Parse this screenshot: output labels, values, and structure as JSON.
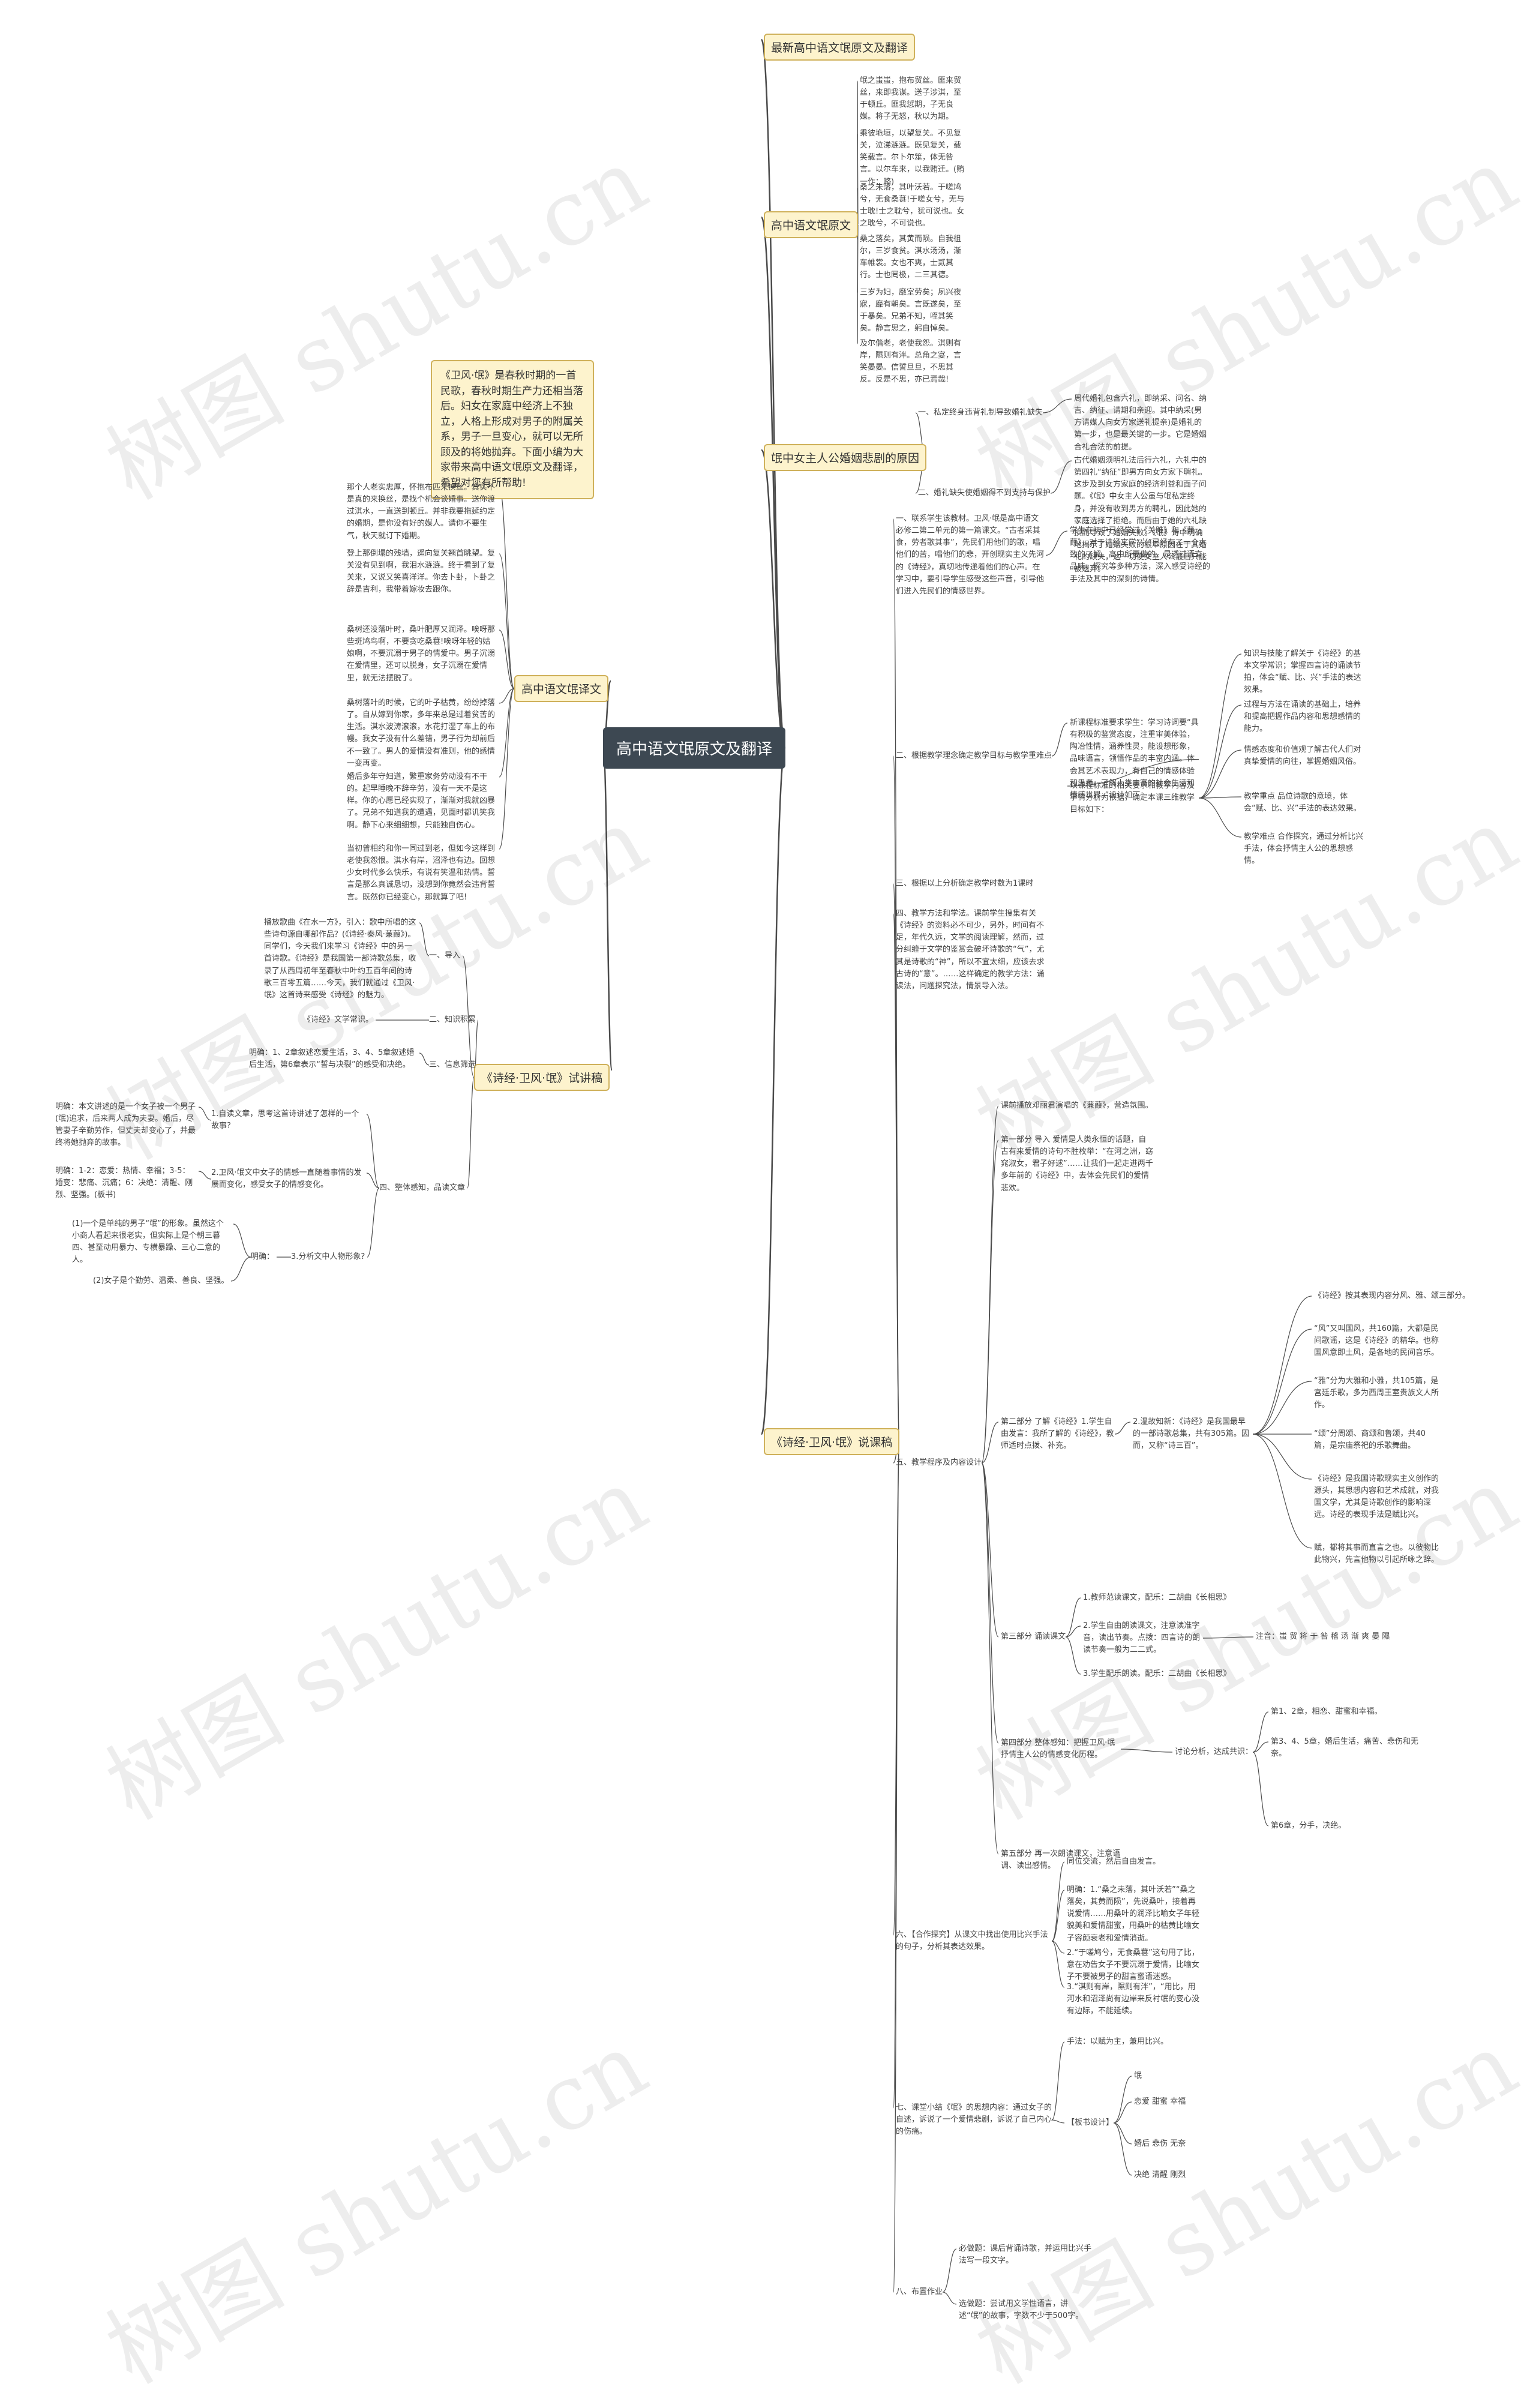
{
  "root": "高中语文氓原文及翻译",
  "intro_note": "《卫风·氓》是春秋时期的一首民歌，春秋时期生产力还相当落后。妇女在家庭中经济上不独立，人格上形成对男子的附属关系，男子一旦变心，就可以无所顾及的将她抛弃。下面小编为大家带来高中语文氓原文及翻译，希望对您有所帮助!",
  "watermark": "树图 shutu.cn",
  "branches": {
    "latest": "最新高中语文氓原文及翻译",
    "original": "高中语文氓原文",
    "reason": "氓中女主人公婚姻悲剧的原因",
    "translation": "高中语文氓译文",
    "lecture": "《诗经·卫风·氓》试讲稿",
    "shuoke": "《诗经·卫风·氓》说课稿"
  },
  "original_stanzas": [
    "氓之蚩蚩，抱布贸丝。匪来贸丝，来即我谋。送子涉淇，至于顿丘。匪我愆期，子无良媒。将子无怒，秋以为期。",
    "乘彼垝垣，以望复关。不见复关，泣涕涟涟。既见复关，载笑载言。尔卜尔筮，体无咎言。以尔车来，以我贿迁。(贿 一作：赂)",
    "桑之未落，其叶沃若。于嗟鸠兮，无食桑葚!于嗟女兮，无与士耽!士之耽兮，犹可说也。女之耽兮，不可说也。",
    "桑之落矣，其黄而陨。自我徂尔，三岁食贫。淇水汤汤，渐车帷裳。女也不爽，士贰其行。士也罔极，二三其德。",
    "三岁为妇，靡室劳矣；夙兴夜寐，靡有朝矣。言既遂矣，至于暴矣。兄弟不知，咥其笑矣。静言思之，躬自悼矣。",
    "及尔偕老，老使我怨。淇则有岸，隰则有泮。总角之宴，言笑晏晏。信誓旦旦，不思其反。反是不思，亦已焉哉!"
  ],
  "reason_items": [
    {
      "head": "一、私定终身违背礼制导致婚礼缺失",
      "body": "周代婚礼包含六礼，即纳采、问名、纳吉、纳征、请期和亲迎。其中纳采(男方请媒人向女方家送礼提亲)是婚礼的第一步，也是最关键的一步。它是婚姻合礼合法的前提。"
    },
    {
      "head": "二、婚礼缺失使婚姻得不到支持与保护",
      "body": "古代婚姻须明礼法后行六礼，六礼中的第四礼“纳征”即男方向女方家下聘礼。这步及到女方家庭的经济利益和面子问题。《氓》中女主人公虽与氓私定终身，并没有收到男方的聘礼，因此她的家庭选择了拒绝。而后由于她的六礼缺损而导致了婚姻失败。《氓》诗中明确地揭示了婚姻失败的根本原因在于其婚礼的缺失，这一切使女主人公最后只能被遗弃。"
    }
  ],
  "translation_paras": [
    "那个人老实忠厚，怀抱布匹来换丝。其实不是真的来换丝，是找个机会谈婚事。送你渡过淇水，一直送到顿丘。并非我要拖延约定的婚期，是你没有好的媒人。请你不要生气，秋天就订下婚期。",
    "登上那倒塌的残墙，遥向复关翘首眺望。复关没有见到啊，我泪水涟涟。终于看到了复关来，又说又笑喜洋洋。你去卜卦，卜卦之辞是吉利，我带着嫁妆去跟你。",
    "桑树还没落叶时，桑叶肥厚又润泽。唉呀那些斑鸠鸟啊，不要贪吃桑葚!唉呀年轻的姑娘啊，不要沉溺于男子的情爱中。男子沉溺在爱情里，还可以脱身，女子沉溺在爱情里，就无法摆脱了。",
    "桑树落叶的时候，它的叶子枯黄，纷纷掉落了。自从嫁到你家，多年来总是过着贫苦的生活。淇水波涛滚滚，水花打湿了车上的布幔。我女子没有什么差错，男子行为却前后不一致了。男人的爱情没有准则，他的感情一变再变。",
    "婚后多年守妇道，繁重家务劳动没有不干的。起早睡晚不辞辛劳，没有一天不是这样。你的心愿已经实现了，渐渐对我就凶暴了。兄弟不知道我的遭遇，见面时都讥笑我啊。静下心来细细想，只能独自伤心。",
    "当初曾相约和你一同过到老，但如今这样到老使我怨恨。淇水有岸，沼泽也有边。回想少女时代多么快乐，有说有笑温和热情。誓言是那么真诚恳切，没想到你竟然会违背誓言。既然你已经变心，那就算了吧!"
  ],
  "lecture": {
    "import_text": "播放歌曲《在水一方》，引入：歌中所唱的这些诗句源自哪部作品？(《诗经·秦风·蒹葭》)。同学们，今天我们来学习《诗经》中的另一首诗歌。《诗经》是我国第一部诗歌总集，收录了从西周初年至春秋中叶约五百年间的诗歌三百零五篇……今天，我们就通过《卫风·氓》这首诗来感受《诗经》的魅力。",
    "import": "一、导入",
    "knowledge_text": "《诗经》文学常识。",
    "knowledge": "二、知识积累",
    "reading_text": "明确：1、2章叙述恋爱生活，3、4、5章叙述婚后生活，第6章表示“誓与决裂”的感受和决绝。",
    "reading": "三、信息筛选",
    "feeling": "四、整体感知，品读文章",
    "q1_title": "1.自读文章，思考这首诗讲述了怎样的一个故事?",
    "q1_text": "明确：本文讲述的是一个女子被一个男子(氓)追求，后来两人成为夫妻。婚后，尽管妻子辛勤劳作，但丈夫却变心了，并最终将她抛弃的故事。",
    "q2_title": "2.卫风·氓文中女子的情感一直随着事情的发展而变化，感受女子的情感变化。",
    "q2_text": "明确：1-2：恋爱：热情、幸福；3-5：婚变：悲痛、沉痛；6：决绝：清醒、刚烈、坚强。(板书)",
    "q3_title": "3.分析文中人物形象?",
    "q3_label": "明确：",
    "q3_a": "(1)一个是单纯的男子“氓”的形象。虽然这个小商人看起来很老实，但实际上是个朝三暮四、甚至动用暴力、专横暴躁、三心二意的人。",
    "q3_b": "(2)女子是个勤劳、温柔、善良、坚强。"
  },
  "shuoke": {
    "s1": "一、联系学生该教材。卫风·氓是高中语文必修二第二单元的第一篇课文。“古者采其食，劳者歌其事”，先民们用他们的歌，唱他们的苦，唱他们的悲，开创现实主义先河的《诗经》，真切地传递着他们的心声。在学习中，要引导学生感受这些声音，引导他们进入先民们的情感世界。",
    "s1_side": "学生在初中已经学过《关雎》和《蒹葭》，对于诗经文学“兴”已经有了一个大致的了解。高中所要做的，是透过语言、品味、探究等多种方法，深入感受诗经的手法及其中的深刻的诗情。",
    "s2": "二、根据教学理念确定教学目标与教学重难点",
    "s2_mid": "新课程标准要求学生：学习诗词要“具有积极的鉴赏态度，注重审美体验，陶冶性情，涵养性灵，能设想形象，品味语言，领悟作品的丰富内涵。体会其艺术表现力，有自己的情感体验和思考，了解人类丰富的社会生活和情感世界。”设计如下：",
    "s2_tail": "以课程标准的相关要求和教学内容及学情分析为依据，确定本课三维教学目标如下：",
    "goal1": "知识与技能了解关于《诗经》的基本文学常识；掌握四言诗的诵读节拍，体会“赋、比、兴”手法的表达效果。",
    "goal2": "过程与方法在诵读的基础上，培养和提高把握作品内容和思想感情的能力。",
    "goal3": "情感态度和价值观了解古代人们对真挚爱情的向往，掌握婚姻风俗。",
    "goal4": "教学重点 品位诗歌的意境，体会“赋、比、兴”手法的表达效果。",
    "goal5": "教学难点 合作探究，通过分析比兴手法，体会抒情主人公的思想感情。",
    "s3": "三、根据以上分析确定教学时数为1课时",
    "s4": "四、教学方法和学法。课前学生搜集有关《诗经》的资料必不可少，另外，时间有不足，年代久远，文学的阅读理解，然而，过分纠缠于文学的鉴赏会破坏诗歌的“气”，尤其是诗歌的“神”，所以不宜太细，应该去求古诗的“意”。……这样确定的教学方法：诵读法，问题探究法，情景导入法。",
    "s5": "五、教学程序及内容设计",
    "p1_head": "课前播放邓丽君演唱的《蒹葭》，营造氛围。",
    "p1": "第一部分 导入 爱情是人类永恒的话题，自古有来爱情的诗句不胜枚举：“在河之洲，窈窕淑女，君子好逑”……让我们一起走进两千多年前的《诗经》中，去体会先民们的爱情悲欢。",
    "p2": "第二部分 了解《诗经》1.学生自由发言：我所了解的《诗经》，教师适时点拨、补充。",
    "p2_mid": "2.温故知新：《诗经》是我国最早的一部诗歌总集，共有305篇。因而，又称“诗三百”。",
    "p2_a": "《诗经》按其表现内容分风、雅、颂三部分。",
    "p2_b": "“风”又叫国风，共160篇，大都是民间歌谣，这是《诗经》的精华。也称国风意即土风，是各地的民间音乐。",
    "p2_c": "“雅”分为大雅和小雅，共105篇，是宫廷乐歌，多为西周王室贵族文人所作。",
    "p2_d": "“颂”分周颂、商颂和鲁颂，共40篇，是宗庙祭祀的乐歌舞曲。",
    "p2_e": "《诗经》是我国诗歌现实主义创作的源头，其思想内容和艺术成就，对我国文学，尤其是诗歌创作的影响深远。诗经的表现手法是赋比兴。",
    "p2_f": "赋，都将其事而直言之也。以彼物比此物兴，先言他物以引起所咏之辞。",
    "p3": "第三部分 诵读课文",
    "p3_a": "1.教师范读课文，配乐：二胡曲《长相思》",
    "p3_b": "2.学生自由朗读课文，注意读准字音，读出节奏。点拨：四言诗的朗读节奏一般为二二式。",
    "p3_b_note": "注音：蚩 贸 将 于 咎 稽 汤 渐 爽 晏 隰",
    "p3_c": "3.学生配乐朗读。配乐：二胡曲《长相思》",
    "p4": "第四部分 整体感知：把握卫风·氓抒情主人公的情感变化历程。",
    "p4_mid": "讨论分析，达成共识：",
    "p4_a": "第1、2章，相恋、甜蜜和幸福。",
    "p4_b": "第3、4、5章，婚后生活，痛苦、悲伤和无奈。",
    "p4_c": "第6章，分手，决绝。",
    "p5": "第五部分 再一次朗读课文，注意语调、读出感情。",
    "s6": "六、【合作探究】从课文中找出使用比兴手法的句子，分析其表达效果。",
    "s6_a": "同位交流，然后自由发言。",
    "s6_b": "明确：1.“桑之未落，其叶沃若”“桑之落矣，其黄而陨”，先说桑叶，接着再说爱情……用桑叶的润泽比喻女子年轻貌美和爱情甜蜜，用桑叶的枯黄比喻女子容颜衰老和爱情消逝。",
    "s6_c": "2.“于嗟鸠兮，无食桑葚”这句用了比，意在劝告女子不要沉溺于爱情，比喻女子不要被男子的甜言蜜语迷惑。",
    "s6_d": "3.“淇则有岸，隰则有泮”，“用比，用河水和沼泽尚有边岸来反衬氓的变心没有边际，不能延续。",
    "s7": "七、课堂小结《氓》的思想内容：通过女子的自述，诉说了一个爱情悲剧，诉说了自己内心的伤痛。",
    "s7_a": "手法：以赋为主，兼用比兴。",
    "s7_b": "【板书设计】",
    "s7_b1": "氓",
    "s7_b2": "恋爱 甜蜜 幸福",
    "s7_b3": "婚后 悲伤 无奈",
    "s7_b4": "决绝 清醒 刚烈",
    "s8": "八、布置作业",
    "s8_a": "必做题：课后背诵诗歌，并运用比兴手法写一段文字。",
    "s8_b": "选做题：尝试用文学性语言，讲述“氓”的故事，字数不少于500字。"
  }
}
